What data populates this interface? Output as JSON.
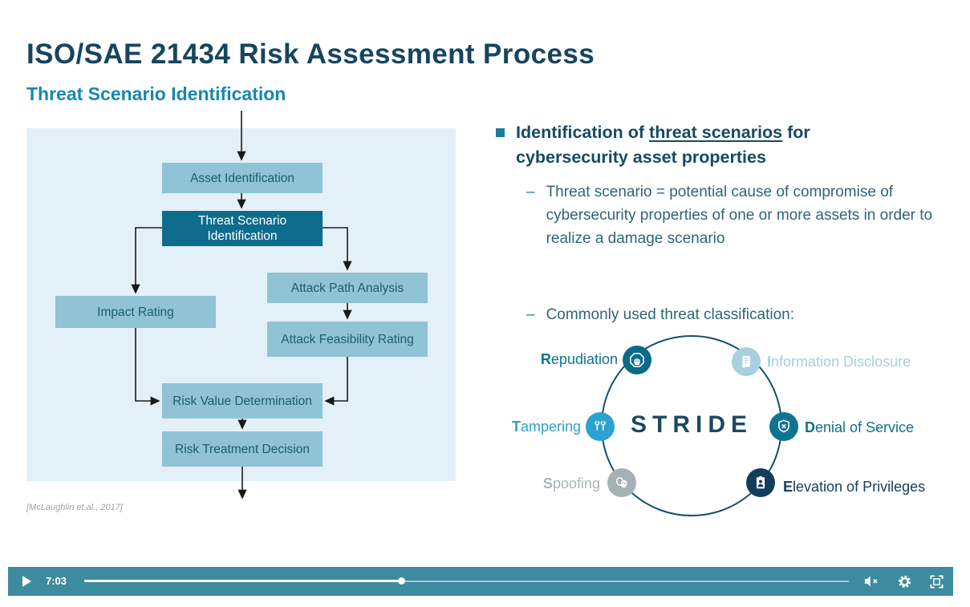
{
  "slide": {
    "title": "ISO/SAE 21434 Risk Assessment Process",
    "subtitle": "Threat Scenario Identification",
    "citation": "[McLaughlin et.al., 2017]",
    "flowchart": {
      "nodes": [
        {
          "label": "Asset Identification"
        },
        {
          "label": "Threat Scenario Identification"
        },
        {
          "label": "Attack Path Analysis"
        },
        {
          "label": "Impact Rating"
        },
        {
          "label": "Attack Feasibility Rating"
        },
        {
          "label": "Risk Value Determination"
        },
        {
          "label": "Risk Treatment Decision"
        }
      ]
    },
    "bullets": {
      "heading_pre": "Identification of ",
      "heading_underlined": "threat scenarios",
      "heading_post": " for cybersecurity asset properties",
      "sub_items": [
        {
          "dash": "–",
          "text": "Threat scenario = potential cause of compromise of cybersecurity properties of one or more assets in order to realize a damage scenario"
        },
        {
          "dash": "–",
          "text": "Commonly used threat classification:"
        }
      ]
    },
    "stride": {
      "center_word": "STRIDE",
      "items": [
        {
          "letter": "R",
          "rest": "epudiation",
          "color": "#0E7391",
          "icon_bg": "#0A6A88",
          "icon": "hand-stop-icon"
        },
        {
          "letter": "I",
          "rest": "nformation Disclosure",
          "color": "#A7CFDF",
          "icon_bg": "#A7CFDF",
          "icon": "document-icon"
        },
        {
          "letter": "T",
          "rest": "ampering",
          "color": "#2CA0CB",
          "icon_bg": "#2BA2D1",
          "icon": "wrench-icon"
        },
        {
          "letter": "D",
          "rest": "enial of Service",
          "color": "#116F8D",
          "icon_bg": "#0E7492",
          "icon": "shield-x-icon"
        },
        {
          "letter": "S",
          "rest": "poofing",
          "color": "#A9B5B8",
          "icon_bg": "#A4B2B6",
          "icon": "masks-icon"
        },
        {
          "letter": "E",
          "rest": "levation of Privileges",
          "color": "#17405F",
          "icon_bg": "#133C5B",
          "icon": "id-badge-icon"
        }
      ]
    }
  },
  "player": {
    "time": "7:03",
    "progress_width": "41.5%",
    "progress_left": "41.5%"
  },
  "colors": {
    "title": "#17455E",
    "subtitle": "#1787B2",
    "heading": "#174A63",
    "bullet_square": "#1B7C9C",
    "panel_bg": "#E4F0F7",
    "node_light": "#8FC3D5",
    "node_dark": "#0E6C8C",
    "stride_word": "#1B4965",
    "circle_stroke": "#14506B",
    "player_bar": "#3D8B9E"
  }
}
